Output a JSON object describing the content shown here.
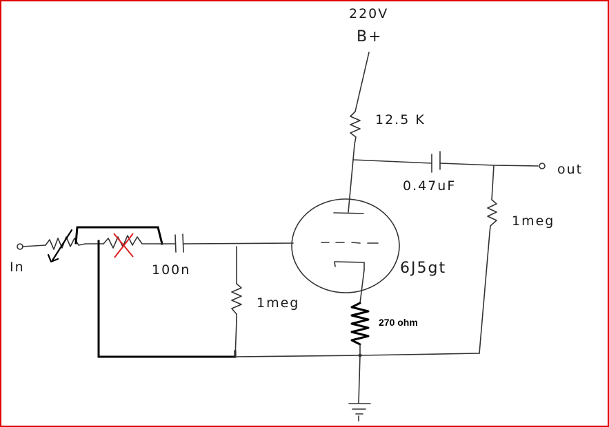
{
  "colors": {
    "border": "#e00000",
    "ink": "#333333",
    "bold_ink": "#000000",
    "cross_mark": "#e02020"
  },
  "labels": {
    "supply_voltage": "220V",
    "supply_name": "B+",
    "plate_resistor": "12.5 K",
    "coupling_cap_out": "0.47uF",
    "output": "out",
    "output_resistor": "1meg",
    "input": "In",
    "coupling_cap_in": "100n",
    "grid_resistor": "1meg",
    "tube": "6J5gt",
    "cathode_resistor": "270 ohm"
  },
  "icons": {
    "resistor": "zigzag-resistor-icon",
    "capacitor": "capacitor-icon",
    "vacuum_tube": "triode-tube-icon",
    "ground": "ground-icon",
    "potentiometer": "potentiometer-icon",
    "cross": "cross-mark-icon",
    "terminal": "open-terminal-icon"
  }
}
